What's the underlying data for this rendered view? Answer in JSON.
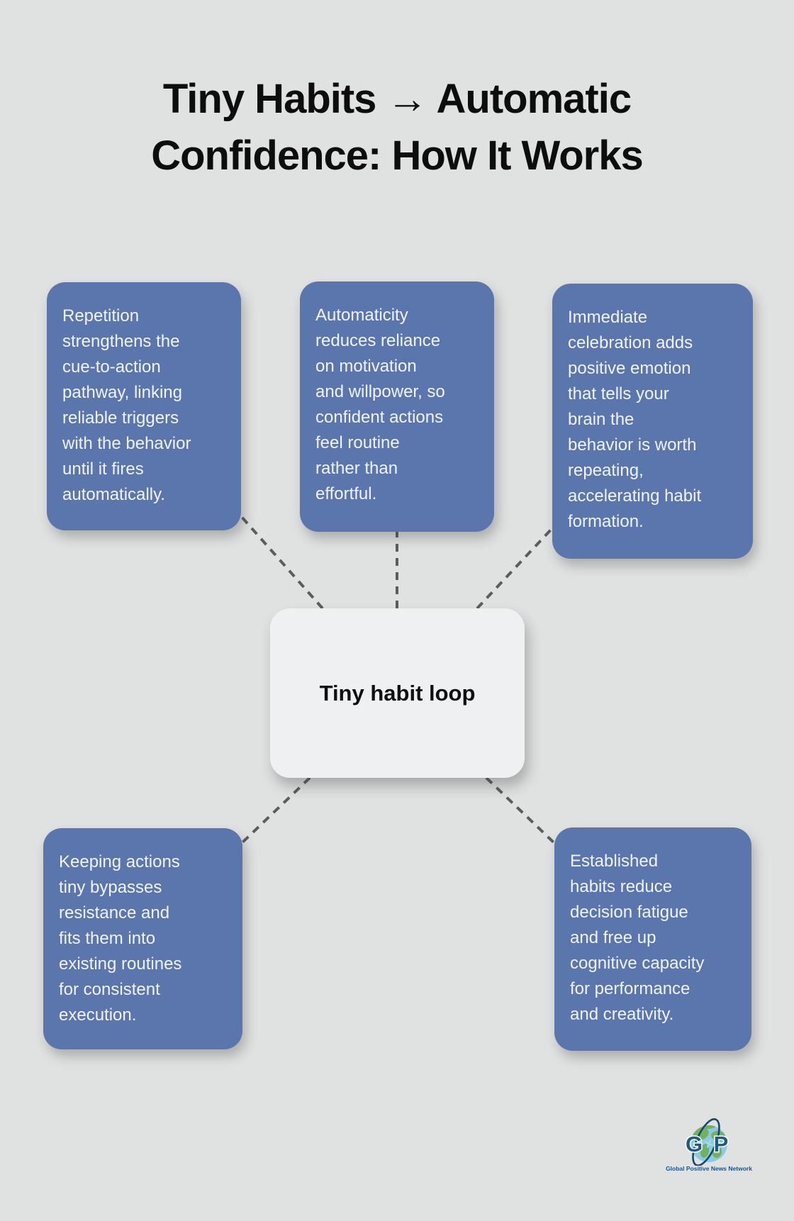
{
  "title": {
    "line1": "Tiny Habits → Automatic",
    "line2": "Confidence: How It Works"
  },
  "center": {
    "label": "Tiny habit loop"
  },
  "nodes": [
    {
      "position": "top-left",
      "text": "Repetition\nstrengthens the\ncue-to-action\npathway, linking\nreliable triggers\nwith the behavior\nuntil it fires\nautomatically."
    },
    {
      "position": "top-center",
      "text": "Automaticity\nreduces reliance\non motivation\nand willpower, so\nconfident actions\nfeel routine\nrather than\neffortful."
    },
    {
      "position": "top-right",
      "text": "Immediate\ncelebration adds\npositive emotion\nthat tells your\nbrain the\nbehavior is worth\nrepeating,\naccelerating habit\nformation."
    },
    {
      "position": "bottom-left",
      "text": "Keeping actions\ntiny bypasses\nresistance and\nfits them into\nexisting routines\nfor consistent\nexecution."
    },
    {
      "position": "bottom-right",
      "text": "Established\nhabits reduce\ndecision fatigue\nand free up\ncognitive capacity\nfor performance\nand creativity."
    }
  ],
  "logo": {
    "letter_left": "G",
    "letter_right": "P",
    "caption": "Global Positive News Network"
  },
  "colors": {
    "background": "#e0e1e1",
    "node_fill": "#5b76ac",
    "node_text": "#f0f3f7",
    "center_fill": "#eff0f2",
    "center_text": "#101010",
    "connector": "#5c5c5c",
    "title_text": "#0d0d0d",
    "logo_blue": "#1e5b7e",
    "logo_globe": "#8ec9e2",
    "logo_land": "#74b061",
    "logo_caption": "#15568c",
    "logo_orbit": "#16486b"
  }
}
